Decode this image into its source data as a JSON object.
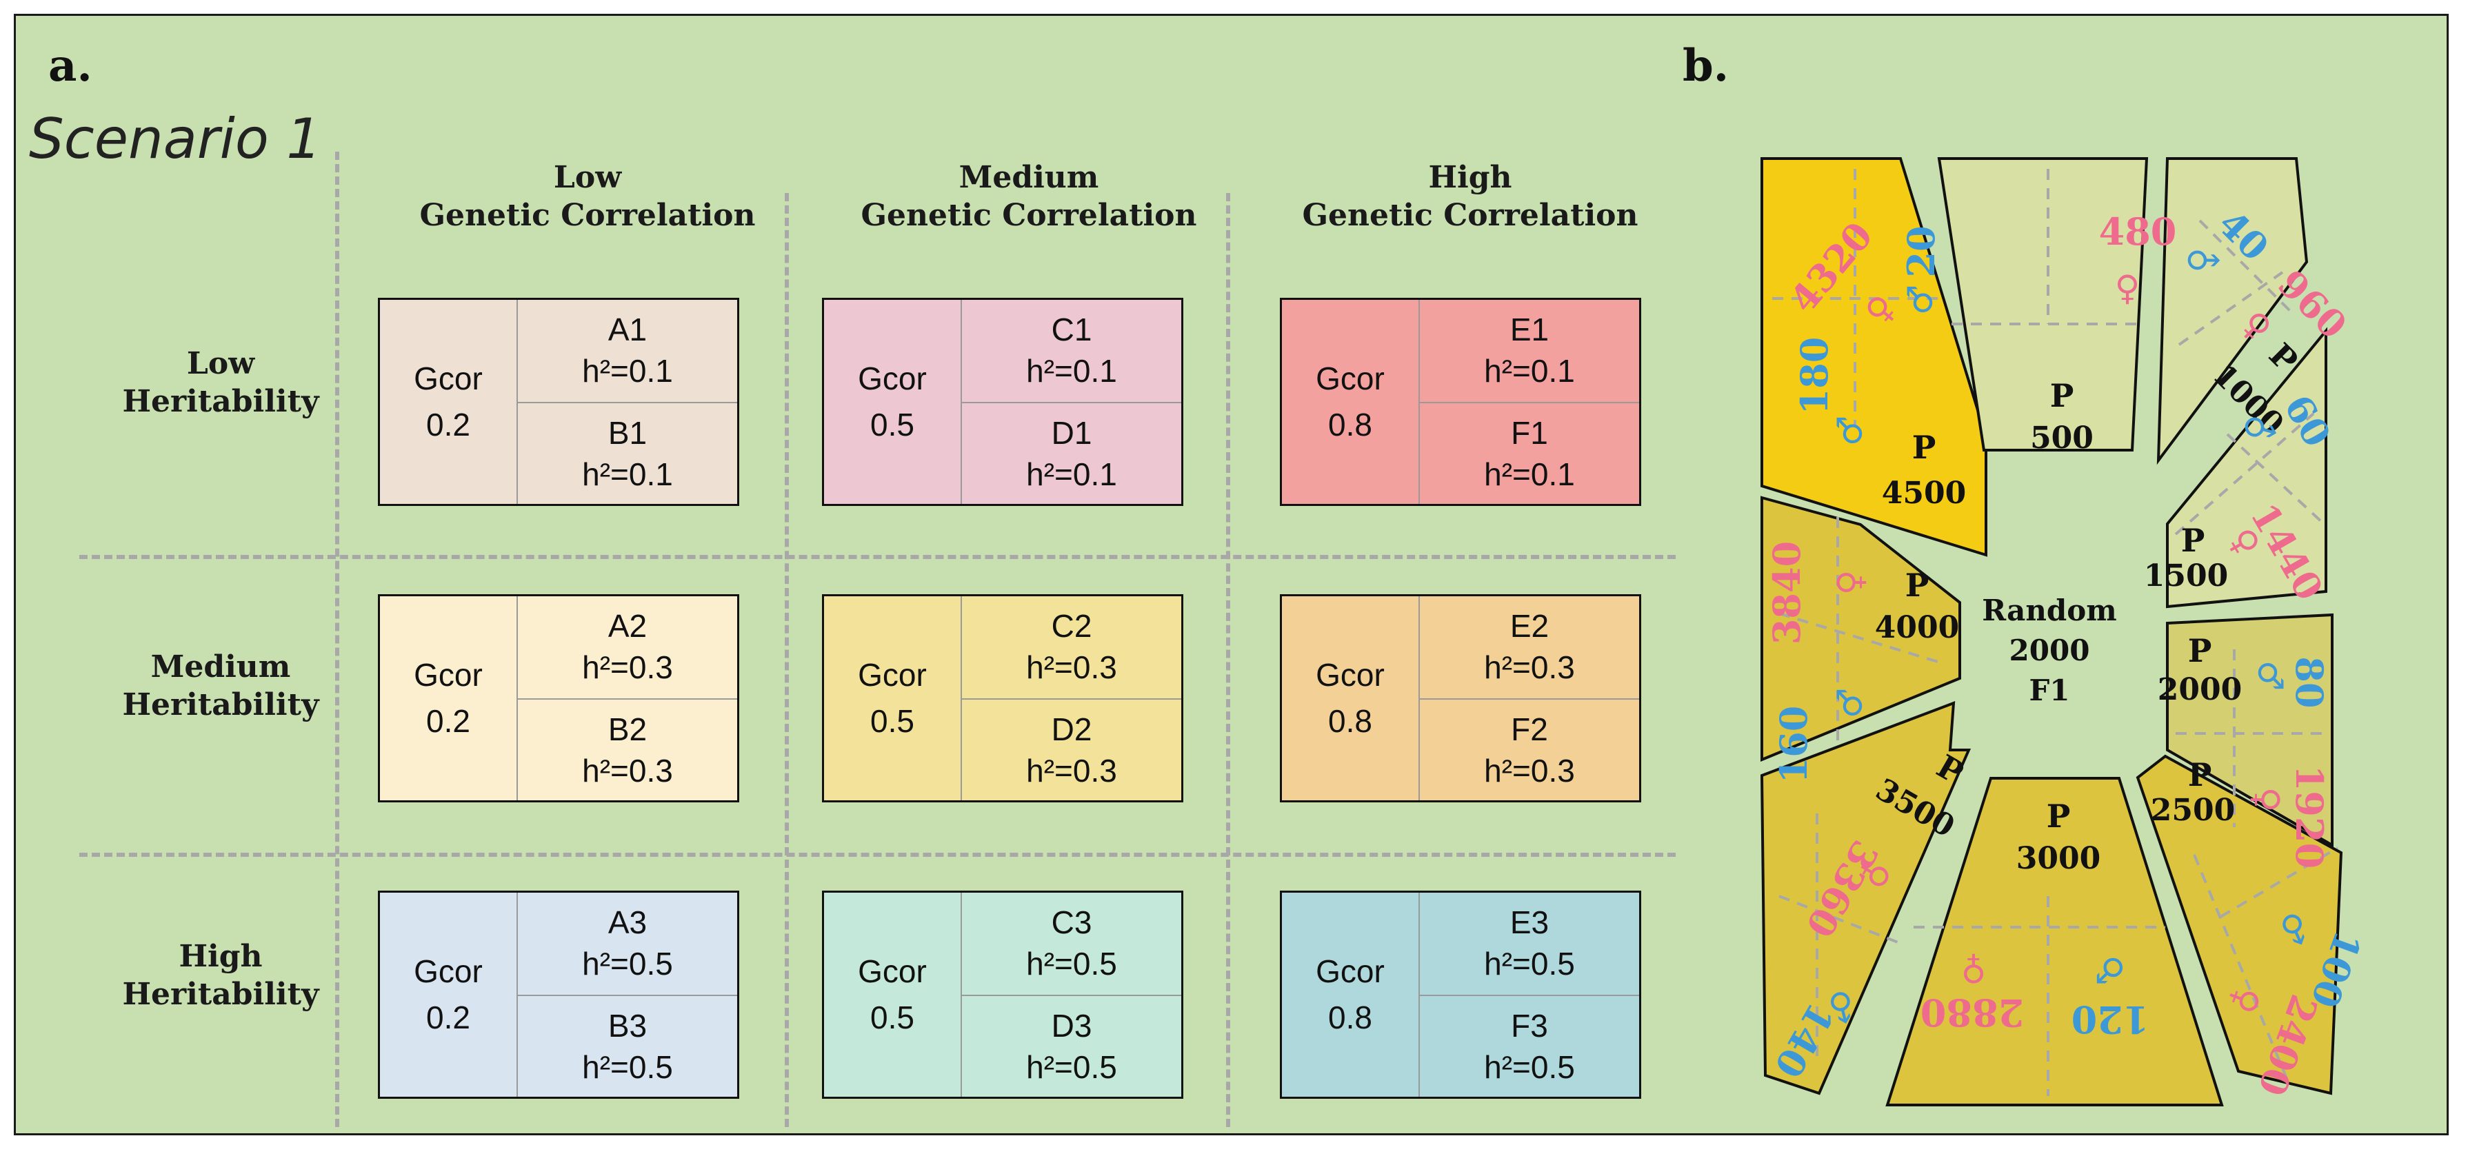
{
  "panel_a": {
    "label": "a.",
    "scenario": "Scenario 1",
    "columns": [
      {
        "line1": "Low",
        "line2": "Genetic Correlation"
      },
      {
        "line1": "Medium",
        "line2": "Genetic Correlation"
      },
      {
        "line1": "High",
        "line2": "Genetic Correlation"
      }
    ],
    "rows": [
      {
        "line1": "Low",
        "line2": "Heritability"
      },
      {
        "line1": "Medium",
        "line2": "Heritability"
      },
      {
        "line1": "High",
        "line2": "Heritability"
      }
    ],
    "cells": [
      [
        {
          "gcor_label": "Gcor",
          "gcor_value": "0.2",
          "top_name": "A1",
          "top_h2": "h²=0.1",
          "bottom_name": "B1",
          "bottom_h2": "h²=0.1",
          "color": "#efe0d4"
        },
        {
          "gcor_label": "Gcor",
          "gcor_value": "0.5",
          "top_name": "C1",
          "top_h2": "h²=0.1",
          "bottom_name": "D1",
          "bottom_h2": "h²=0.1",
          "color": "#edc8d3"
        },
        {
          "gcor_label": "Gcor",
          "gcor_value": "0.8",
          "top_name": "E1",
          "top_h2": "h²=0.1",
          "bottom_name": "F1",
          "bottom_h2": "h²=0.1",
          "color": "#f3a19e"
        }
      ],
      [
        {
          "gcor_label": "Gcor",
          "gcor_value": "0.2",
          "top_name": "A2",
          "top_h2": "h²=0.3",
          "bottom_name": "B2",
          "bottom_h2": "h²=0.3",
          "color": "#fcefcf"
        },
        {
          "gcor_label": "Gcor",
          "gcor_value": "0.5",
          "top_name": "C2",
          "top_h2": "h²=0.3",
          "bottom_name": "D2",
          "bottom_h2": "h²=0.3",
          "color": "#f3e39a"
        },
        {
          "gcor_label": "Gcor",
          "gcor_value": "0.8",
          "top_name": "E2",
          "top_h2": "h²=0.3",
          "bottom_name": "F2",
          "bottom_h2": "h²=0.3",
          "color": "#f2d096"
        }
      ],
      [
        {
          "gcor_label": "Gcor",
          "gcor_value": "0.2",
          "top_name": "A3",
          "top_h2": "h²=0.5",
          "bottom_name": "B3",
          "bottom_h2": "h²=0.5",
          "color": "#d8e4ef"
        },
        {
          "gcor_label": "Gcor",
          "gcor_value": "0.5",
          "top_name": "C3",
          "top_h2": "h²=0.5",
          "bottom_name": "D3",
          "bottom_h2": "h²=0.5",
          "color": "#c4e8da"
        },
        {
          "gcor_label": "Gcor",
          "gcor_value": "0.8",
          "top_name": "E3",
          "top_h2": "h²=0.5",
          "bottom_name": "F3",
          "bottom_h2": "h²=0.5",
          "color": "#aed8dc"
        }
      ]
    ]
  },
  "panel_b": {
    "label": "b.",
    "center": {
      "line1": "Random",
      "line2": "2000",
      "line3": "F1"
    },
    "colors": {
      "male": "#3d98d8",
      "female": "#ee6b8e",
      "ring_light": "#d8e1a3",
      "ring_mid": "#d4cf71",
      "ring_dark": "#dcc43e",
      "ring_gold": "#f5cc14"
    },
    "male_symbol": "♂",
    "female_symbol": "♀",
    "segments": [
      {
        "p_label": "P",
        "p_value": "500",
        "male": "20",
        "female": "480"
      },
      {
        "p_label": "P",
        "p_value": "1000",
        "male": "40",
        "female": "960"
      },
      {
        "p_label": "P",
        "p_value": "1500",
        "male": "60",
        "female": "1440"
      },
      {
        "p_label": "P",
        "p_value": "2000",
        "male": "80",
        "female": "1920"
      },
      {
        "p_label": "P",
        "p_value": "2500",
        "male": "100",
        "female": "2400"
      },
      {
        "p_label": "P",
        "p_value": "3000",
        "male": "120",
        "female": "2880"
      },
      {
        "p_label": "P",
        "p_value": "3500",
        "male": "140",
        "female": "3360"
      },
      {
        "p_label": "P",
        "p_value": "4000",
        "male": "160",
        "female": "3840"
      },
      {
        "p_label": "P",
        "p_value": "4500",
        "male": "180",
        "female": "4320"
      }
    ]
  }
}
